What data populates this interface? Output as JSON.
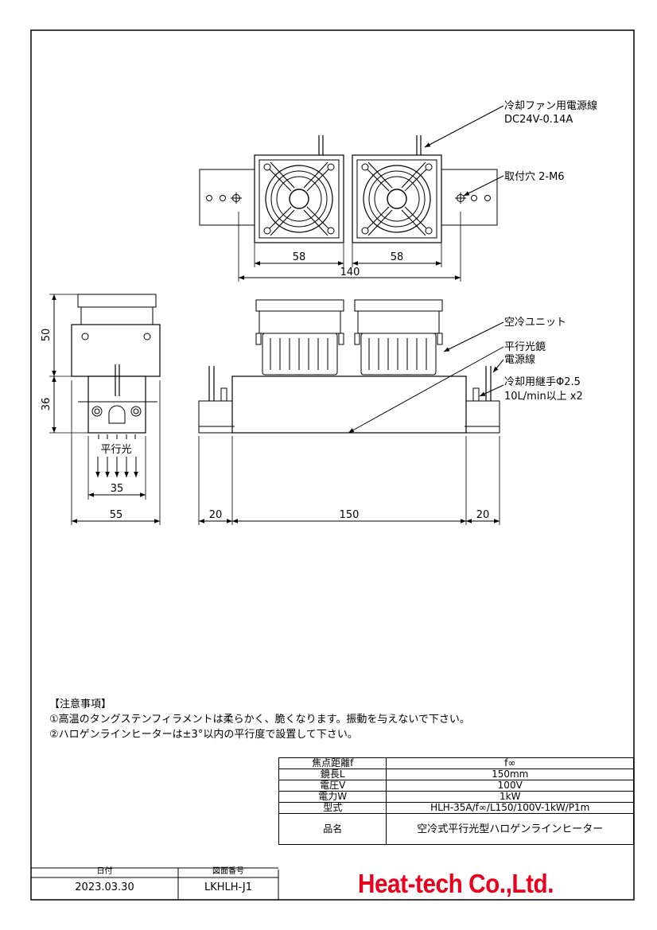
{
  "labels": {
    "fan_power": "冷却ファン用電源線",
    "fan_power_spec": "DC24V-0.14A",
    "mount_hole": "取付穴  2-M6",
    "air_unit": "空冷ユニット",
    "mirror": "平行光鏡",
    "power_line": "電源線",
    "coolant_joint": "冷却用継手Φ2.5",
    "coolant_flow": "10L/min以上 x2",
    "parallel_light": "平行光"
  },
  "dims": {
    "fan_w1": "58",
    "fan_w2": "58",
    "top_total": "140",
    "height_upper": "50",
    "height_lower": "36",
    "beam_w": "35",
    "body_w": "55",
    "end_l": "20",
    "length": "150",
    "end_r": "20"
  },
  "notes": {
    "heading": "【注意事項】",
    "line1": "①高温のタングステンフィラメントは柔らかく、脆くなります。振動を与えないで下さい。",
    "line2": "②ハロゲンラインヒーターは±3°以内の平行度で設置して下さい。"
  },
  "specs": [
    {
      "key": "焦点距離f",
      "value": "f∞"
    },
    {
      "key": "鏡長L",
      "value": "150mm"
    },
    {
      "key": "電圧V",
      "value": "100V"
    },
    {
      "key": "電力W",
      "value": "1kW"
    },
    {
      "key": "型式",
      "value": "HLH-35A/f∞/L150/100V-1kW/P1m"
    }
  ],
  "product": {
    "key": "品名",
    "value": "空冷式平行光型ハロゲンラインヒーター"
  },
  "footer": {
    "date_label": "日付",
    "date_value": "2023.03.30",
    "drawing_no_label": "図面番号",
    "drawing_no_value": "LKHLH-J1",
    "company": "Heat-tech Co.,Ltd."
  }
}
